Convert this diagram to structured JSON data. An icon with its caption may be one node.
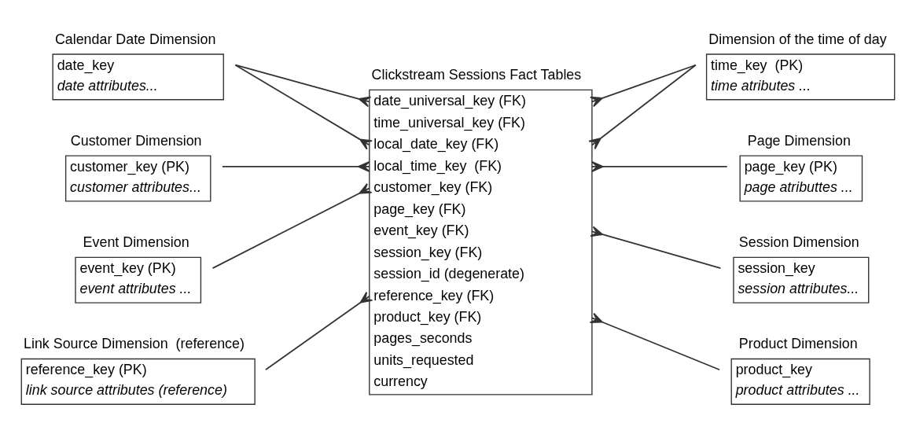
{
  "diagram": {
    "nodes": [
      {
        "text": [
          "Calendar Date Dimension",
          "date_key",
          "date attributes..."
        ]
      },
      {
        "text": [
          "Clickstream Sessions Fact Tables",
          "date_universal_key (FK)",
          "time_universal_key (FK)",
          "local_date_key (FK)",
          "local_time_key  (FK)",
          "customer_key (FK)",
          "page_key (FK)",
          "event_key (FK)",
          "session_key (FK)",
          "session_id (degenerate)",
          "reference_key (FK)",
          "product_key (FK)",
          "pages_seconds",
          "units_requested",
          "currency"
        ]
      },
      {
        "text": [
          "Dimension of the time of day",
          "time_key  (PK)",
          "time atributes ..."
        ]
      },
      {
        "text": [
          "Customer Dimension",
          "customer_key (PK)",
          "customer attributes..."
        ]
      },
      {
        "text": [
          "Page Dimension",
          "page_key (PK)",
          "page atributtes ..."
        ]
      },
      {
        "text": [
          "Event Dimension",
          "event_key (PK)",
          "event attributes ..."
        ]
      },
      {
        "text": [
          "Session Dimension",
          "session_key",
          "session attributes..."
        ]
      },
      {
        "text": [
          "Link Source Dimension  (reference)",
          "reference_key (PK)",
          "link source attributes (reference)"
        ]
      },
      {
        "text": [
          "Product Dimension",
          "product_key",
          "product attributes ..."
        ]
      }
    ],
    "edges": [
      {
        "from": 0,
        "to": 1,
        "arrow": "other"
      },
      {
        "from": 0,
        "to": 1,
        "arrow": "other"
      },
      {
        "from": 2,
        "to": 1,
        "arrow": "other"
      },
      {
        "from": 2,
        "to": 1,
        "arrow": "other"
      },
      {
        "from": 3,
        "to": 1,
        "arrow": "other"
      },
      {
        "from": 4,
        "to": 1,
        "arrow": "other"
      },
      {
        "from": 5,
        "to": 1,
        "arrow": "other"
      },
      {
        "from": 6,
        "to": 1,
        "arrow": "other"
      },
      {
        "from": 7,
        "to": 1,
        "arrow": "other"
      },
      {
        "from": 8,
        "to": 1,
        "arrow": "other"
      }
    ]
  }
}
